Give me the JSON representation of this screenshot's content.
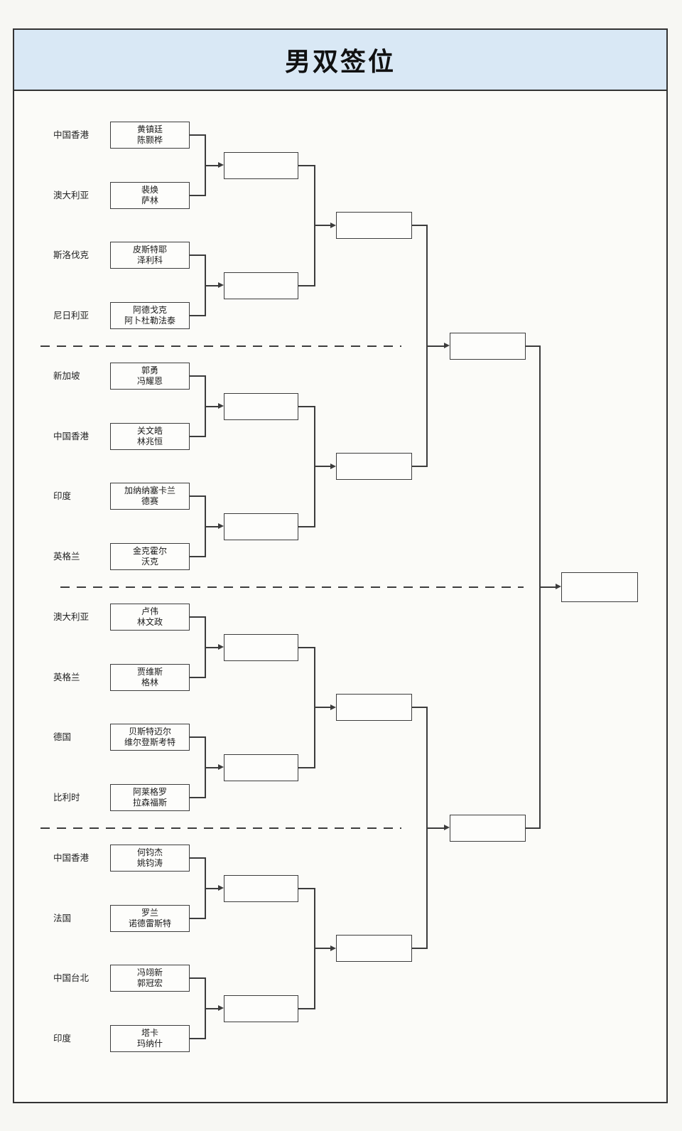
{
  "page": {
    "title": "男双签位"
  },
  "colors": {
    "page_bg": "#f7f7f3",
    "frame_bg": "#fbfbf8",
    "title_bg": "#d9e8f5",
    "frame_border": "#333333",
    "line": "#3c3c3c",
    "box_bg": "#fdfdfb"
  },
  "bracket": {
    "teams": [
      {
        "country": "中国香港",
        "players": [
          "黄镇廷",
          "陈颢桦"
        ]
      },
      {
        "country": "澳大利亚",
        "players": [
          "裴焕",
          "萨林"
        ]
      },
      {
        "country": "斯洛伐克",
        "players": [
          "皮斯特耶",
          "泽利科"
        ]
      },
      {
        "country": "尼日利亚",
        "players": [
          "阿德戈克",
          "阿卜杜勒法泰"
        ]
      },
      {
        "country": "新加坡",
        "players": [
          "郭勇",
          "冯耀恩"
        ]
      },
      {
        "country": "中国香港",
        "players": [
          "关文皓",
          "林兆恒"
        ]
      },
      {
        "country": "印度",
        "players": [
          "加纳纳塞卡兰",
          "德赛"
        ]
      },
      {
        "country": "英格兰",
        "players": [
          "金克霍尔",
          "沃克"
        ]
      },
      {
        "country": "澳大利亚",
        "players": [
          "卢伟",
          "林文政"
        ]
      },
      {
        "country": "英格兰",
        "players": [
          "贾维斯",
          "格林"
        ]
      },
      {
        "country": "德国",
        "players": [
          "贝斯特迈尔",
          "维尔登斯考特"
        ]
      },
      {
        "country": "比利时",
        "players": [
          "阿莱格罗",
          "拉森福斯"
        ]
      },
      {
        "country": "中国香港",
        "players": [
          "何钧杰",
          "姚钧涛"
        ]
      },
      {
        "country": "法国",
        "players": [
          "罗兰",
          "诺德雷斯特"
        ]
      },
      {
        "country": "中国台北",
        "players": [
          "冯翊新",
          "郭冠宏"
        ]
      },
      {
        "country": "印度",
        "players": [
          "塔卡",
          "玛纳什"
        ]
      }
    ]
  }
}
